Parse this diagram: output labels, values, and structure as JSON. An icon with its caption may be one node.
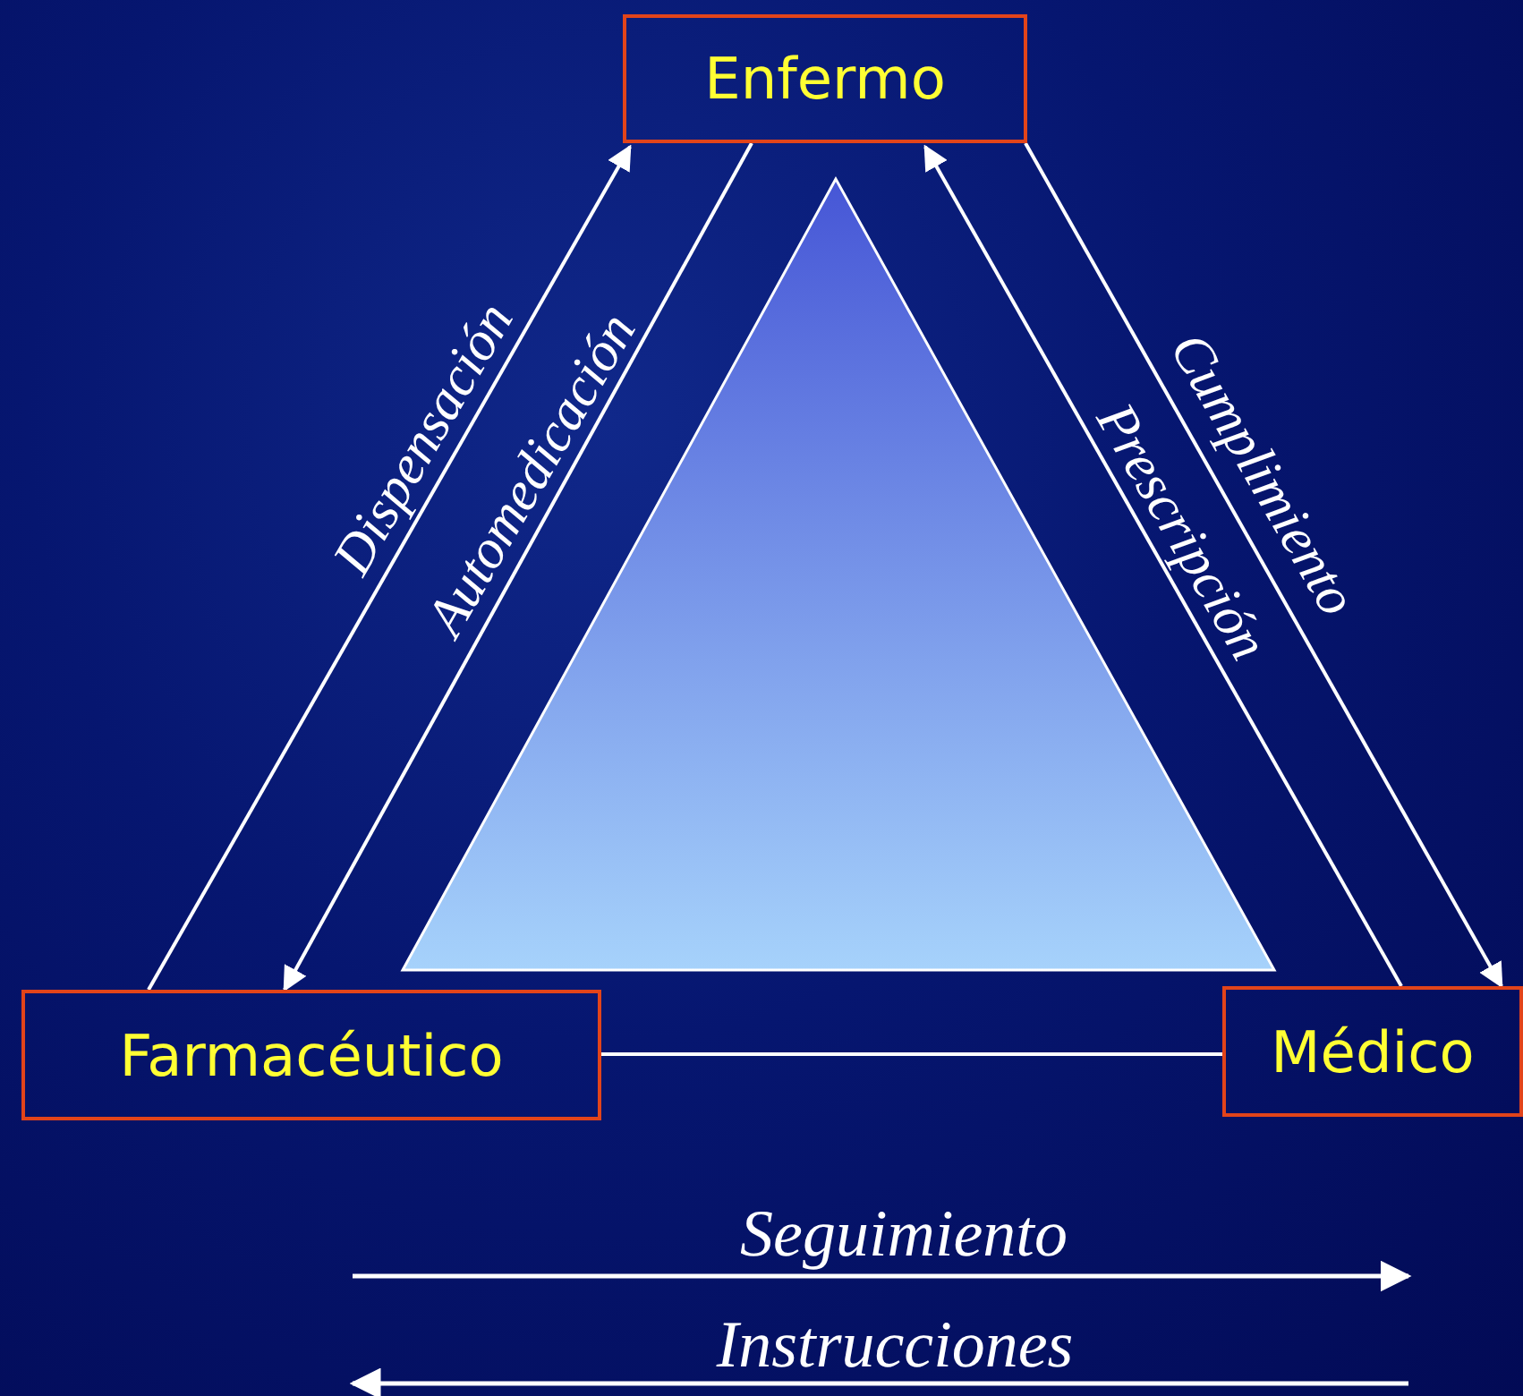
{
  "diagram": {
    "nodes": [
      {
        "text": [
          "Enfermo"
        ]
      },
      {
        "text": [
          "Farmacéutico"
        ]
      },
      {
        "text": [
          "Médico"
        ]
      }
    ],
    "edges": [
      {
        "from": 1,
        "to": 0,
        "arrow": "to",
        "label": "Dispensación"
      },
      {
        "from": 0,
        "to": 1,
        "arrow": "to",
        "label": "Automedicación"
      },
      {
        "from": 0,
        "to": 2,
        "arrow": "to",
        "label": "Cumplimiento"
      },
      {
        "from": 2,
        "to": 0,
        "arrow": "to",
        "label": "Prescripción"
      },
      {
        "from": 1,
        "to": 2,
        "arrow": "none"
      }
    ],
    "labels": [
      "Seguimiento",
      "Instrucciones"
    ]
  }
}
